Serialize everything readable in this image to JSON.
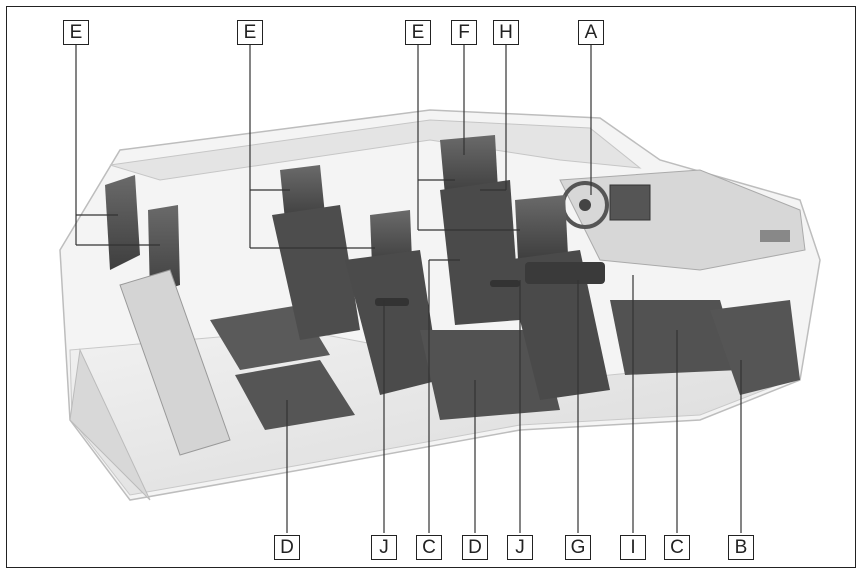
{
  "callouts": {
    "top": [
      "E",
      "E",
      "E",
      "F",
      "H",
      "A"
    ],
    "bottom": [
      "D",
      "J",
      "C",
      "D",
      "J",
      "G",
      "I",
      "C",
      "B"
    ]
  }
}
